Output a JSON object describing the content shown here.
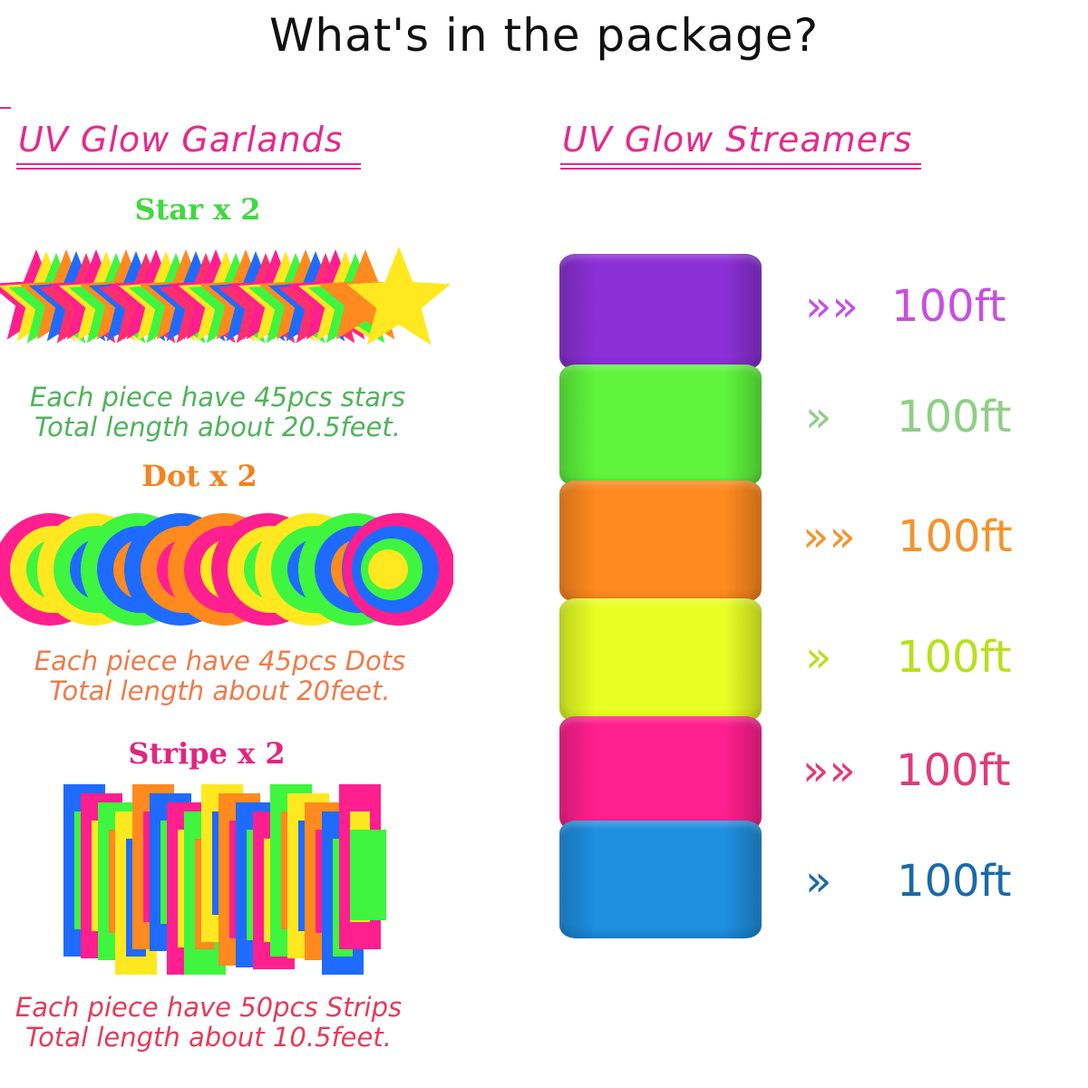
{
  "page": {
    "title": "What's in the package?"
  },
  "garlands": {
    "heading": "UV Glow Garlands",
    "heading_color": "#e6298a",
    "items": [
      {
        "name": "Star x 2",
        "color": "#3fd93f",
        "line1": "Each piece have 45pcs stars",
        "line2": "Total length about 20.5feet.",
        "desc_color": "#4fb35a",
        "icon": "star-garland"
      },
      {
        "name": "Dot x 2",
        "color": "#f58220",
        "line1": "Each piece have 45pcs Dots",
        "line2": "Total length about 20feet.",
        "desc_color": "#f07a4a",
        "icon": "dot-garland"
      },
      {
        "name": "Stripe x 2",
        "color": "#e2257f",
        "line1": "Each piece have 50pcs Strips",
        "line2": "Total length about 10.5feet.",
        "desc_color": "#e63a5a",
        "icon": "stripe-garland"
      }
    ]
  },
  "streamers": {
    "heading": "UV Glow Streamers",
    "heading_color": "#e6298a",
    "rolls": [
      {
        "color": "#8b2fd6",
        "length": "100ft",
        "label_color": "#c64fe0",
        "arrow": "»»"
      },
      {
        "color": "#5ef53c",
        "length": "100ft",
        "label_color": "#8fce86",
        "arrow": "»"
      },
      {
        "color": "#ff8a1f",
        "length": "100ft",
        "label_color": "#f4932a",
        "arrow": "»»"
      },
      {
        "color": "#e8ff24",
        "length": "100ft",
        "label_color": "#b8e01c",
        "arrow": "»"
      },
      {
        "color": "#ff1f8e",
        "length": "100ft",
        "label_color": "#e23a7a",
        "arrow": "»»"
      },
      {
        "color": "#1f8fe0",
        "length": "100ft",
        "label_color": "#1a6aa8",
        "arrow": "»"
      }
    ]
  }
}
